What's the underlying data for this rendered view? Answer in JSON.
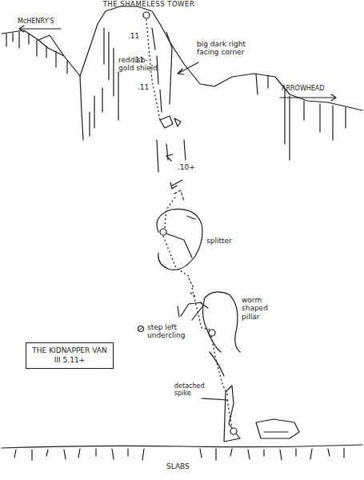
{
  "diagram": {
    "title": "THE SHAMELESS TOWER",
    "nodes": [
      {
        "text": [
          "THE KIDNAPPER VAN",
          "III 5.11+"
        ]
      }
    ],
    "labels": [
      "McHENRY'S",
      "ARROWHEAD",
      "reddish-gold shield",
      "big dark right facing corner",
      ".11",
      ".11",
      ".11",
      ".10+",
      "splitter",
      "worm shaped pillar",
      "step left undercling",
      "detached spike",
      "SLABS"
    ]
  }
}
